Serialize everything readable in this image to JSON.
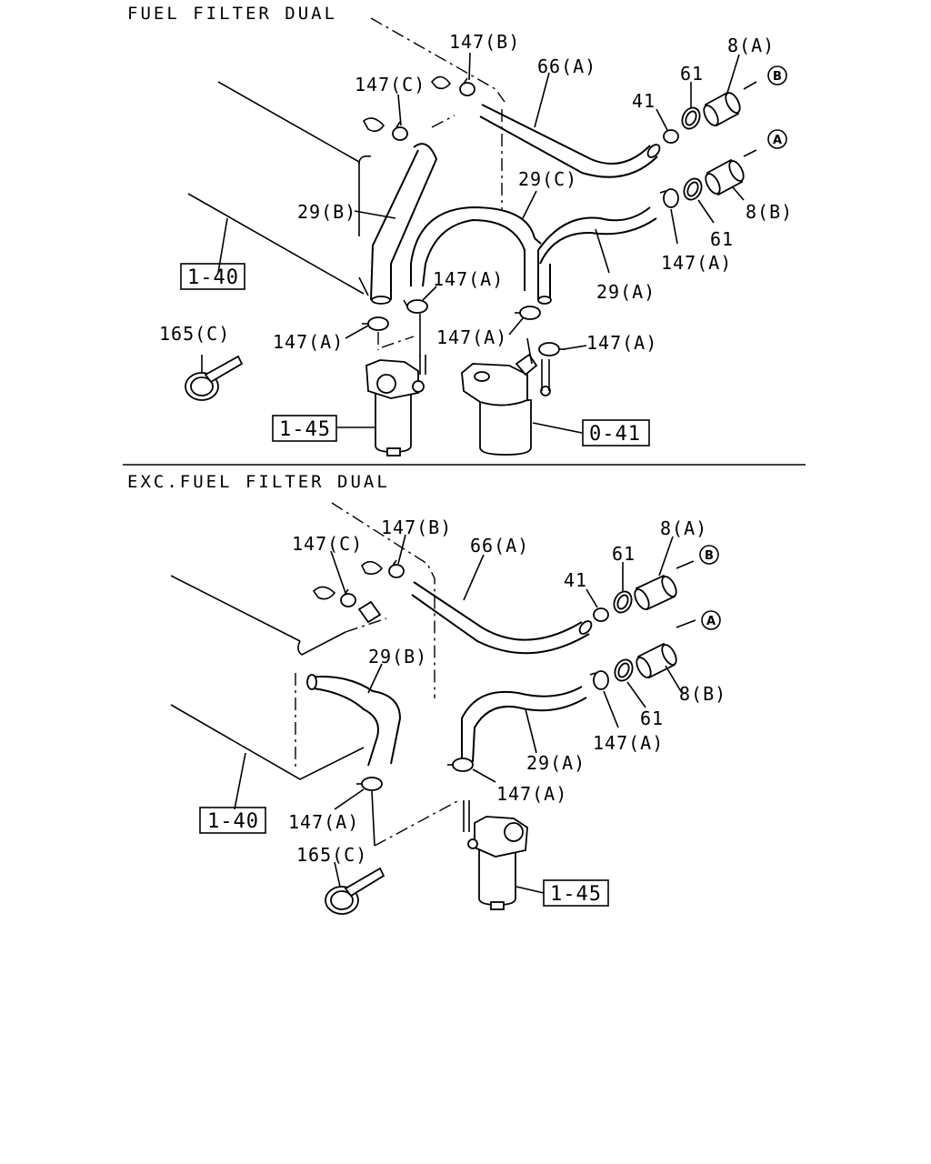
{
  "sections": [
    {
      "title": "FUEL FILTER DUAL",
      "labels": [
        "147(B)",
        "147(C)",
        "66(A)",
        "61",
        "8(A)",
        "41",
        "29(C)",
        "29(B)",
        "8(B)",
        "61",
        "147(A)",
        "29(A)",
        "147(A)",
        "147(A)",
        "147(A)",
        "147(A)",
        "165(C)"
      ],
      "refs": [
        "1-40",
        "1-45",
        "0-41"
      ],
      "circles": [
        "B",
        "A"
      ]
    },
    {
      "title": "EXC.FUEL FILTER DUAL",
      "labels": [
        "147(B)",
        "147(C)",
        "66(A)",
        "8(A)",
        "61",
        "41",
        "29(B)",
        "8(B)",
        "61",
        "147(A)",
        "29(A)",
        "147(A)",
        "147(A)",
        "165(C)"
      ],
      "refs": [
        "1-40",
        "1-45"
      ],
      "circles": [
        "B",
        "A"
      ]
    }
  ]
}
